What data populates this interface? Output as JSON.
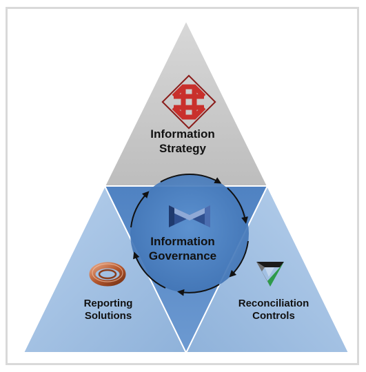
{
  "labels": {
    "strategy": [
      "Information",
      "Strategy"
    ],
    "governance": [
      "Information",
      "Governance"
    ],
    "reporting": [
      "Reporting",
      "Solutions"
    ],
    "reconciliation": [
      "Reconciliation",
      "Controls"
    ]
  },
  "colors": {
    "top": "#c8c8c8",
    "left": "#a5c2e2",
    "right": "#a5c2e2",
    "center": "#5b8cc8",
    "circle": "#4c7fbe",
    "outline": "#ffffff",
    "arrows": "#111111",
    "strategy_icon": "#c9302c",
    "governance_icon": "#3a5a9c",
    "reporting_icon": "#b9643f",
    "reconciliation_icon": "#2e9a4a"
  },
  "icons": {
    "strategy": "knot-emblem-icon",
    "governance": "bowtie-loop-icon",
    "reporting": "copper-coil-icon",
    "reconciliation": "impossible-triangle-icon"
  }
}
